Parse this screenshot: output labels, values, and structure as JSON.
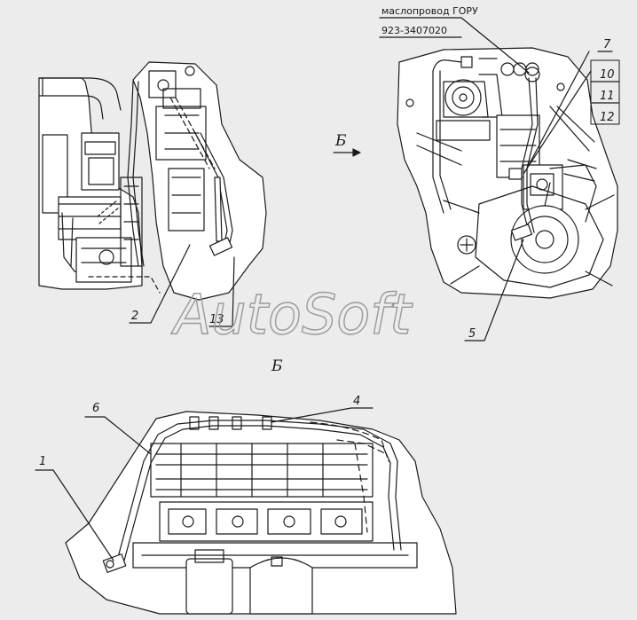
{
  "callouts": {
    "oil_pipe_name": "маслопровод ГОРУ",
    "oil_pipe_part_number": "923-3407020",
    "view_label_arrow": "Б",
    "view_label_title": "Б",
    "items": [
      "1",
      "2",
      "4",
      "5",
      "6",
      "7",
      "10",
      "11",
      "12",
      "13"
    ]
  },
  "watermark": "AutoSoft",
  "colors": {
    "background": "#ececec",
    "engine_fill": "#ffffff",
    "line": "#1a1a1a",
    "watermark": "#9a9a9a"
  }
}
